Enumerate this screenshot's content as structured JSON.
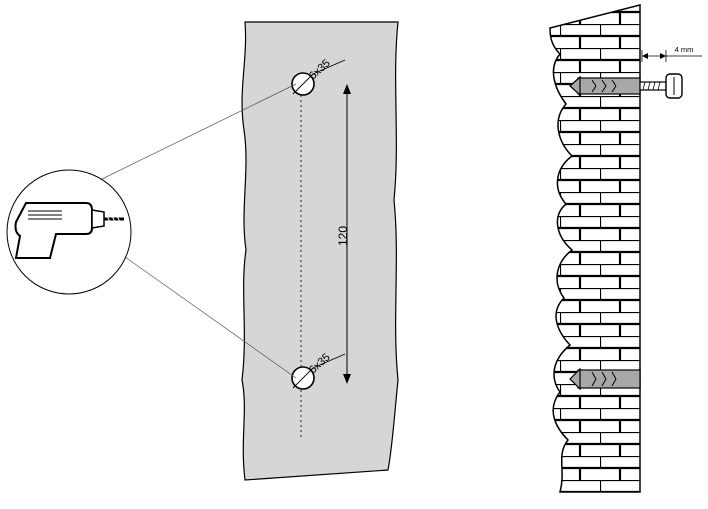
{
  "labels": {
    "hole_top": "6x35",
    "hole_bottom": "6x35",
    "spacing": "120",
    "gap": "4 mm"
  },
  "icons": {
    "drill": "drill-icon",
    "wall_plug": "wall-plug-icon",
    "screw": "screw-icon",
    "brick_wall": "brick-wall-icon"
  },
  "colors": {
    "panel_fill": "#d6d6d6",
    "plug_fill": "#a8a8a8",
    "line": "#000000"
  }
}
